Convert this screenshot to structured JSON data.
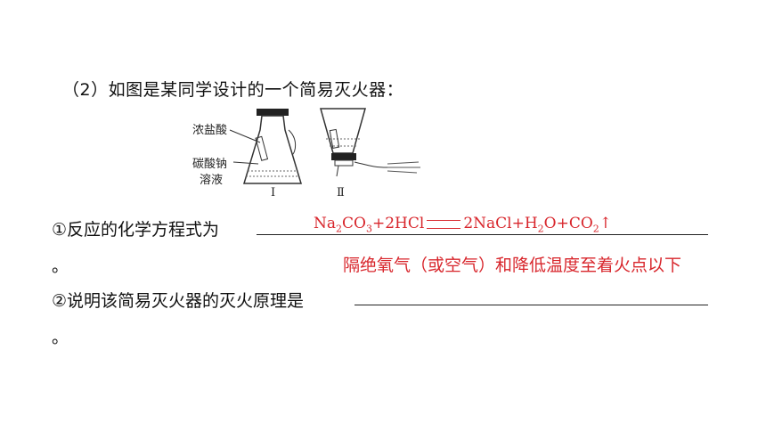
{
  "question": {
    "title": "（2）如图是某同学设计的一个简易灭火器：",
    "figure_labels": {
      "label1": "浓盐酸",
      "label2": "碳酸钠",
      "label3": "溶液",
      "roman1": "Ⅰ",
      "roman2": "Ⅱ"
    },
    "item1_prompt": "①反应的化学方程式为",
    "item1_end": "。",
    "item2_prompt": "②说明该简易灭火器的灭火原理是",
    "item2_end": "。"
  },
  "answers": {
    "eq_na": "Na",
    "eq_sub2a": "2",
    "eq_co": "CO",
    "eq_sub3": "3",
    "eq_hcl": "+2HCl",
    "eq_nacl": "2NaCl+H",
    "eq_sub2b": "2",
    "eq_o": "O+CO",
    "eq_sub2c": "2",
    "eq_gas": "↑",
    "principle": "隔绝氧气（或空气）和降低温度至着火点以下"
  },
  "colors": {
    "answer": "#d8262c",
    "text": "#111111"
  }
}
